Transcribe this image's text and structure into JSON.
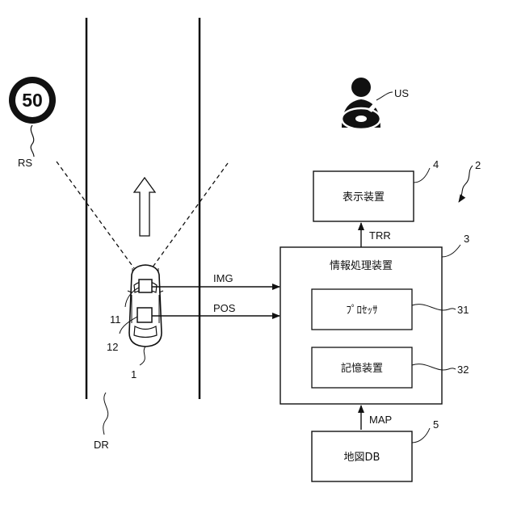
{
  "speed_sign": {
    "value": "50",
    "label": "RS"
  },
  "road": {
    "label": "DR"
  },
  "vehicle": {
    "label": "1",
    "camera_label": "11",
    "gps_label": "12"
  },
  "signals": {
    "img": "IMG",
    "pos": "POS",
    "trr": "TRR",
    "map": "MAP"
  },
  "user": {
    "label": "US"
  },
  "system": {
    "label": "2"
  },
  "display": {
    "name": "表示装置",
    "ref": "4"
  },
  "info_processor": {
    "name": "情報処理装置",
    "ref": "3"
  },
  "processor": {
    "name": "ﾌﾟﾛｾｯｻ",
    "ref": "31"
  },
  "storage": {
    "name": "記憶装置",
    "ref": "32"
  },
  "map_db": {
    "name": "地図DB",
    "ref": "5"
  }
}
